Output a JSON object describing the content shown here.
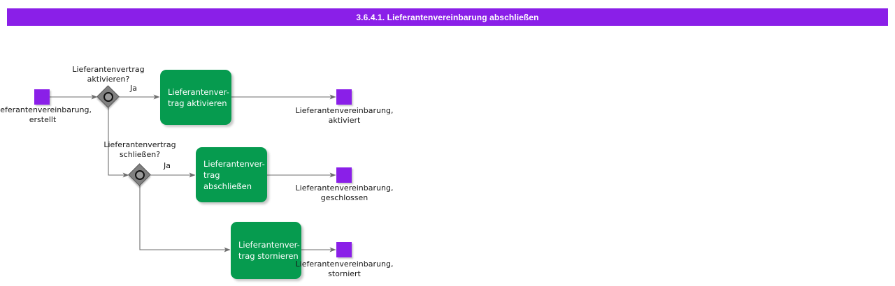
{
  "header": {
    "title": "3.6.4.1. Lieferantenvereinbarung abschließen",
    "bar_color": "#8A1FE8",
    "text_color": "#FFFFFF"
  },
  "colors": {
    "event": "#8A1FE8",
    "task": "#069B4F",
    "gateway": "#808080",
    "gateway_ring": "#111111",
    "connector": "#6E6E6E",
    "text": "#161616"
  },
  "diagram": {
    "type": "bpmn-process-flow",
    "events": [
      {
        "id": "start-event",
        "name": "start-event-lieferantenvereinbarung-erstellt",
        "label": "Lieferantenvereinbarung,\nerstellt",
        "kind": "start"
      },
      {
        "id": "end-aktiviert",
        "name": "end-event-lieferantenvereinbarung-aktiviert",
        "label": "Lieferantenvereinbarung,\naktiviert",
        "kind": "end"
      },
      {
        "id": "end-geschlossen",
        "name": "end-event-lieferantenvereinbarung-geschlossen",
        "label": "Lieferantenvereinbarung,\ngeschlossen",
        "kind": "end"
      },
      {
        "id": "end-storniert",
        "name": "end-event-lieferantenvereinbarung-storniert",
        "label": "Lieferantenvereinbarung,\nstorniert",
        "kind": "end"
      }
    ],
    "gateways": [
      {
        "id": "gw-aktivieren",
        "label": "Lieferantenvertrag\naktivieren?",
        "yes_label": "Ja"
      },
      {
        "id": "gw-schliessen",
        "label": "Lieferantenvertrag\nschließen?",
        "yes_label": "Ja"
      }
    ],
    "tasks": [
      {
        "id": "task-aktivieren",
        "label": "Lieferantenver-\ntrag aktivieren"
      },
      {
        "id": "task-abschliessen",
        "label": "Lieferantenver-\ntrag abschließen"
      },
      {
        "id": "task-stornieren",
        "label": "Lieferantenver-\ntrag stornieren"
      }
    ]
  }
}
